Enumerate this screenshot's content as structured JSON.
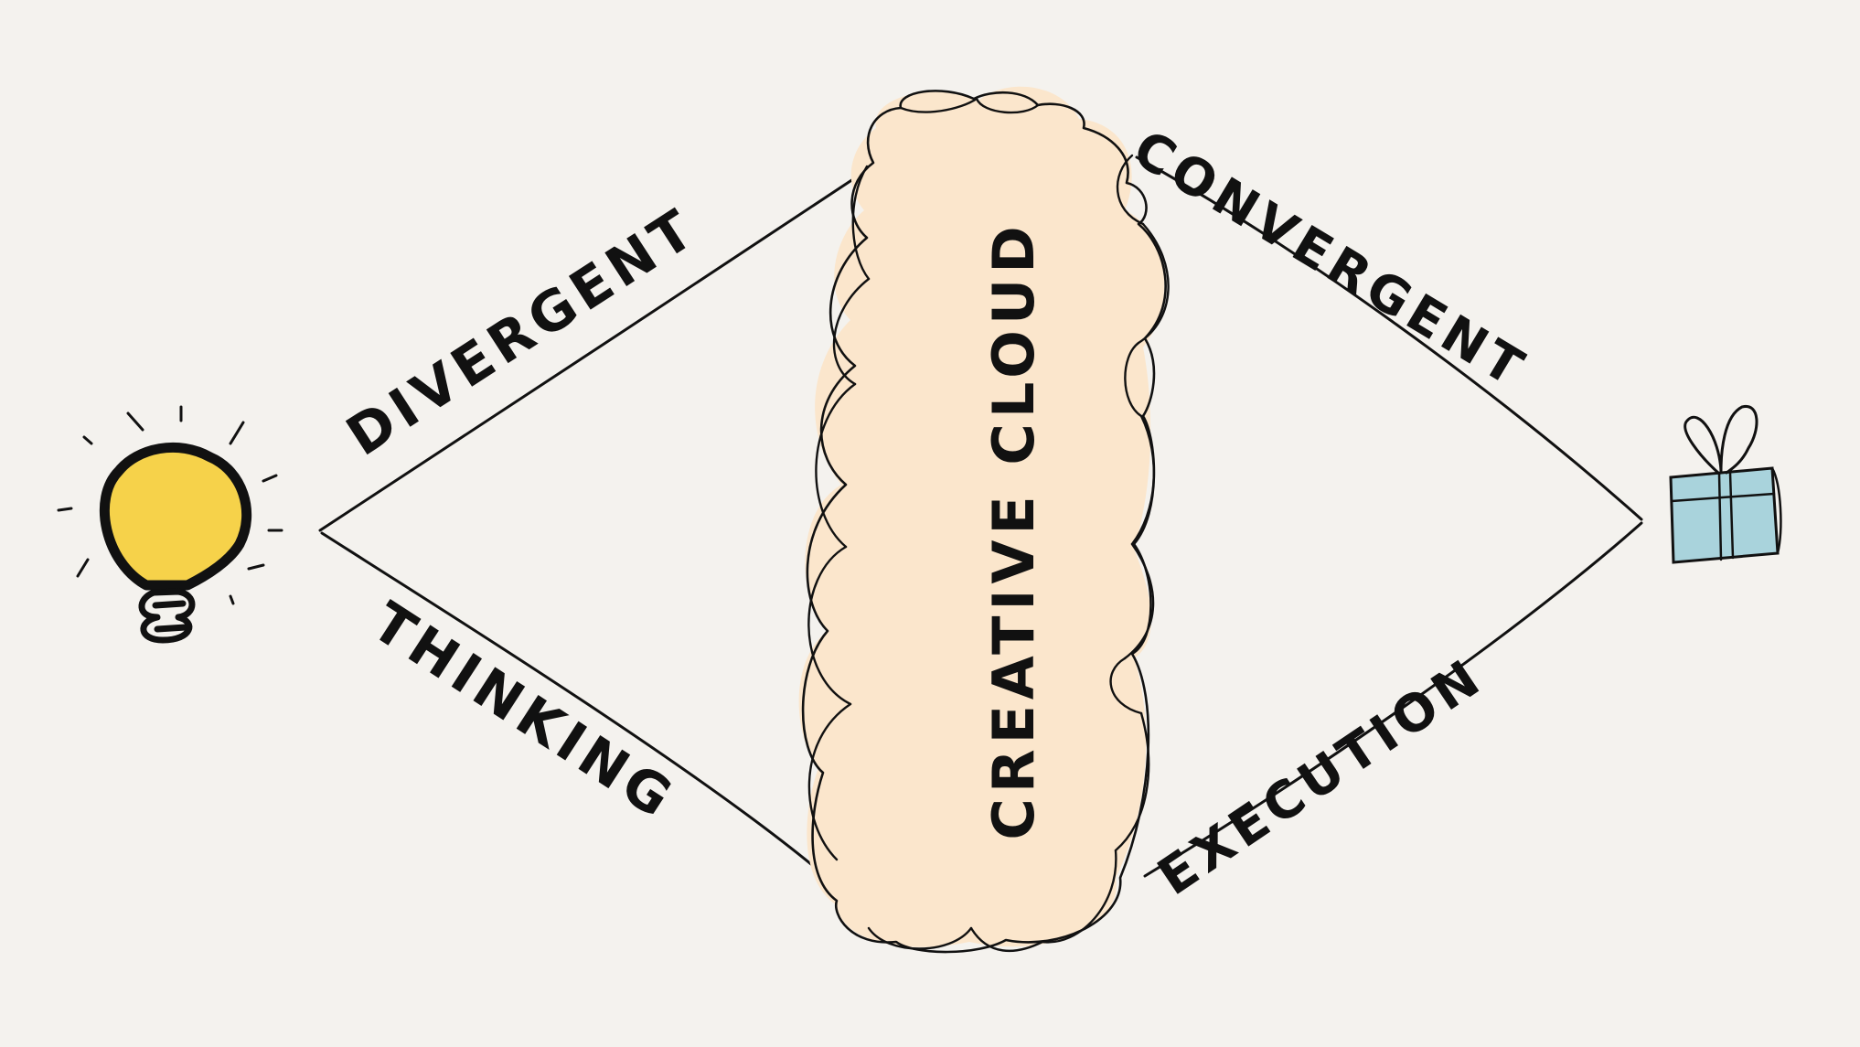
{
  "labels": {
    "divergent": "DIVERGENT",
    "thinking": "THINKING",
    "convergent": "CONVERGENT",
    "execution": "EXECUTION",
    "cloud": "CREATIVE CLOUD"
  },
  "icons": {
    "start": "lightbulb-icon",
    "end": "gift-box-icon"
  },
  "colors": {
    "background": "#f4f2ee",
    "ink": "#111111",
    "bulb": "#f6d24a",
    "cloud": "#fbe6cc",
    "gift": "#a9d3dc"
  }
}
